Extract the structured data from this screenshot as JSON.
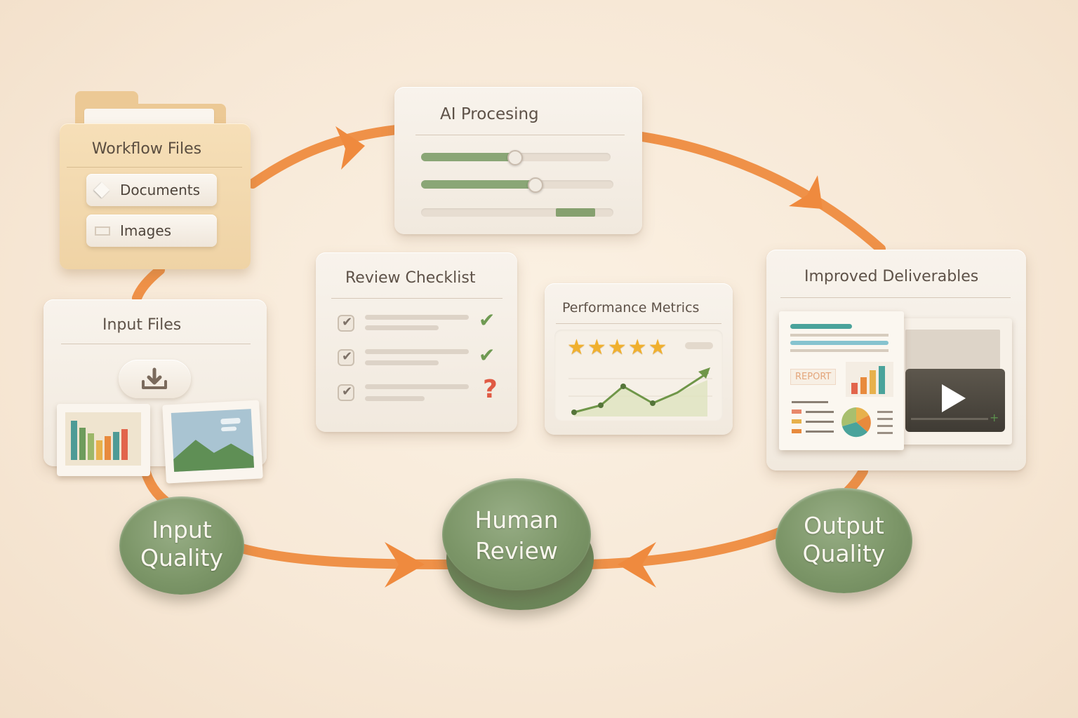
{
  "workflow_files": {
    "title": "Workflow Files",
    "items": [
      {
        "label": "Documents",
        "icon": "diamond-icon"
      },
      {
        "label": "Images",
        "icon": "image-frame-icon"
      }
    ]
  },
  "ai_processing": {
    "title": "AI Procesing",
    "progress": [
      0.5,
      0.6,
      0.2
    ]
  },
  "input_files": {
    "title": "Input Files",
    "icon": "download-icon"
  },
  "review_checklist": {
    "title": "Review Checklist",
    "items": [
      {
        "checked": true,
        "status": "check",
        "status_glyph": "✔"
      },
      {
        "checked": true,
        "status": "check",
        "status_glyph": "✔"
      },
      {
        "checked": true,
        "status": "question",
        "status_glyph": "?"
      }
    ]
  },
  "performance_metrics": {
    "title": "Performance Metrics",
    "rating": 5,
    "star_glyph": "★"
  },
  "improved_deliverables": {
    "title": "Improved Deliverables",
    "report_label": "REPORT"
  },
  "nodes": {
    "input_quality": [
      "Input",
      "Quality"
    ],
    "human_review": [
      "Human",
      "Review"
    ],
    "output_quality": [
      "Output",
      "Quality"
    ]
  },
  "colors": {
    "arrow": "#ef9148",
    "green": "#7c9668",
    "card": "#f4ede4",
    "folder": "#f0d5a8",
    "accent_teal": "#4aa39b"
  }
}
